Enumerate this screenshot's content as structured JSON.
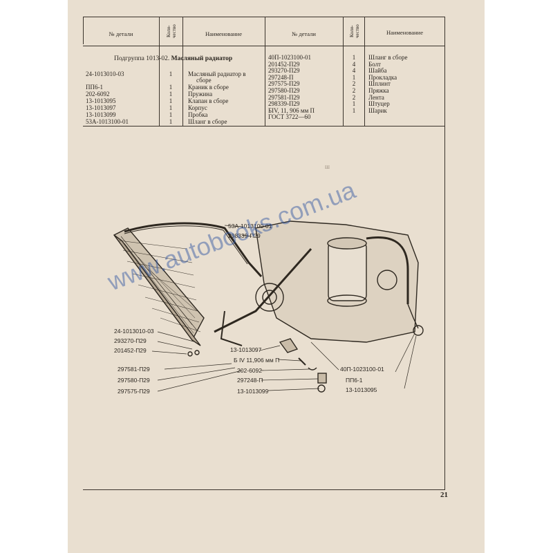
{
  "table": {
    "headers": {
      "left": {
        "part_no": "№ детали",
        "qty": "Коли-чество",
        "name": "Наименование"
      },
      "right": {
        "part_no": "№ детали",
        "qty": "Коли-чество",
        "name": "Наименование"
      }
    },
    "subgroup": {
      "prefix": "Подгруппа 1013-02.",
      "title": "Масляный радиатор"
    },
    "left_rows": [
      {
        "part": "24-1013010-03",
        "qty": "1",
        "name": "Масляный радиатор в",
        "name2": "сборе"
      },
      {
        "part": "ПП6-1",
        "qty": "1",
        "name": "Краник в сборе"
      },
      {
        "part": "202-6092",
        "qty": "1",
        "name": "Пружина"
      },
      {
        "part": "13-1013095",
        "qty": "1",
        "name": "Клапан в сборе"
      },
      {
        "part": "13-1013097",
        "qty": "1",
        "name": "Корпус"
      },
      {
        "part": "13-1013099",
        "qty": "1",
        "name": "Пробка"
      },
      {
        "part": "53А-1013100-01",
        "qty": "1",
        "name": "Шланг в сборе"
      }
    ],
    "right_rows": [
      {
        "part": "40П-1023100-01",
        "qty": "1",
        "name": "Шланг в сборе"
      },
      {
        "part": "201452-П29",
        "qty": "4",
        "name": "Болт"
      },
      {
        "part": "293270-П29",
        "qty": "4",
        "name": "Шайба"
      },
      {
        "part": "297248-П",
        "qty": "1",
        "name": "Прокладка"
      },
      {
        "part": "297575-П29",
        "qty": "2",
        "name": "Шплинт"
      },
      {
        "part": "297580-П29",
        "qty": "2",
        "name": "Пряжка"
      },
      {
        "part": "297581-П29",
        "qty": "2",
        "name": "Лента"
      },
      {
        "part": "298339-П29",
        "qty": "1",
        "name": "Штуцер"
      },
      {
        "part": "БIV, 11, 906 мм П",
        "qty": "1",
        "name": "Шарик"
      },
      {
        "part": "ГОСТ 3722—60",
        "qty": "",
        "name": ""
      }
    ]
  },
  "diagram": {
    "callouts": {
      "hose_53a": "53А-1013100-01",
      "fitting_298339": "298339-П29",
      "radiator": "24-1013010-03",
      "washer": "293270-П29",
      "bolt": "201452-П29",
      "band": "297581-П29",
      "buckle": "297580-П29",
      "cotter": "297575-П29",
      "body": "13-1013097",
      "ball": "Б IV 11,906 мм П",
      "spring": "202-6092",
      "gasket": "297248-П",
      "plug": "13-1013099",
      "hose_40p": "40П-1023100-01",
      "tap": "ПП6-1",
      "valve": "13-1013095"
    },
    "stray_mark": "ш"
  },
  "page_number": "21",
  "watermark": "www.autobooks.com.ua",
  "colors": {
    "paper": "#e9dfd0",
    "ink": "#2b2620",
    "watermark": "#3f66b0"
  }
}
